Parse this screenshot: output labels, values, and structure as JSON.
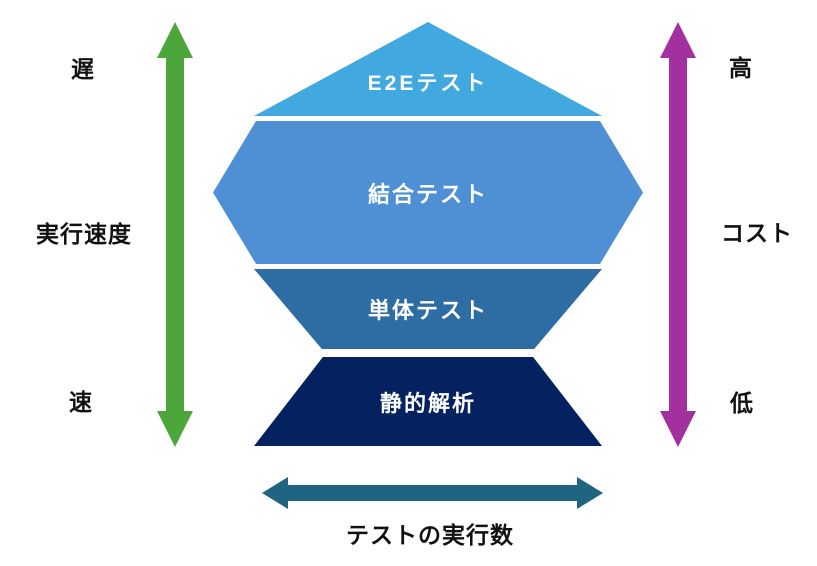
{
  "diagram": {
    "layers": [
      {
        "id": "e2e-test",
        "label": "E2Eテスト",
        "color": "#41A8E0",
        "shape": "triangle"
      },
      {
        "id": "integration-test",
        "label": "結合テスト",
        "color": "#4F90D5",
        "shape": "hexagon"
      },
      {
        "id": "unit-test",
        "label": "単体テスト",
        "color": "#2E6DA4",
        "shape": "inverted-trapezoid"
      },
      {
        "id": "static-analysis",
        "label": "静的解析",
        "color": "#052260",
        "shape": "trapezoid"
      }
    ],
    "left_axis": {
      "name": "execution-speed",
      "arrow_color": "#4CA63B",
      "top_label": "遅",
      "mid_label": "実行速度",
      "bottom_label": "速"
    },
    "right_axis": {
      "name": "cost",
      "arrow_color": "#A2319F",
      "top_label": "高",
      "mid_label": "コスト",
      "bottom_label": "低"
    },
    "bottom_axis": {
      "name": "test-count",
      "arrow_color": "#1F6582",
      "label": "テストの実行数"
    },
    "background_color": "#FFFFFF",
    "text_color_on_shapes": "#FFFFFF",
    "text_color_labels": "#111111"
  }
}
